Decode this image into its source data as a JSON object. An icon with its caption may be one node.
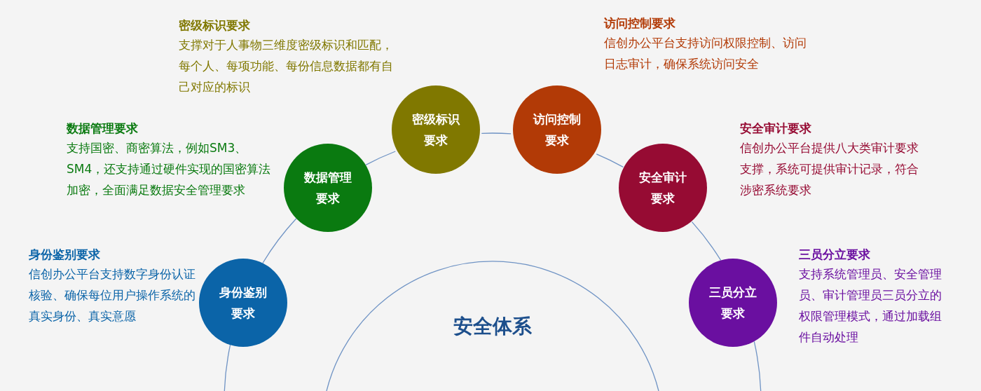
{
  "diagram": {
    "nodes": [
      {
        "text": [
          "身份鉴别要求"
        ],
        "beside": [
          "身份鉴别要求",
          "信创办公平台支持数字身份认证核验、确保每位用户操作系统的真实身份、真实意愿"
        ]
      },
      {
        "text": [
          "数据管理要求"
        ],
        "beside": [
          "数据管理要求",
          "支持国密、商密算法，例如SM3、SM4，还支持通过硬件实现的国密算法加密，全面满足数据安全管理要求"
        ]
      },
      {
        "text": [
          "密级标识要求"
        ],
        "beside": [
          "密级标识要求",
          "支撑对于人事物三维度密级标识和匹配，每个人、每项功能、每份信息数据都有自己对应的标识"
        ]
      },
      {
        "text": [
          "访问控制要求"
        ],
        "beside": [
          "访问控制要求",
          "信创办公平台支持访问权限控制、访问日志审计，确保系统访问安全"
        ]
      },
      {
        "text": [
          "安全审计要求"
        ],
        "beside": [
          "安全审计要求",
          "信创办公平台提供八大类审计要求支撑，系统可提供审计记录，符合涉密系统要求"
        ]
      },
      {
        "text": [
          "三员分立要求"
        ],
        "beside": [
          "三员分立要求",
          "支持系统管理员、安全管理员、审计管理员三员分立的权限管理模式，通过加载组件自动处理"
        ]
      },
      {
        "text": [
          "安全体系"
        ]
      }
    ],
    "edges": [
      {
        "from": 0,
        "to": 1,
        "arrow": "none"
      },
      {
        "from": 1,
        "to": 2,
        "arrow": "none"
      },
      {
        "from": 2,
        "to": 3,
        "arrow": "none"
      },
      {
        "from": 3,
        "to": 4,
        "arrow": "none"
      },
      {
        "from": 4,
        "to": 5,
        "arrow": "none"
      }
    ]
  }
}
